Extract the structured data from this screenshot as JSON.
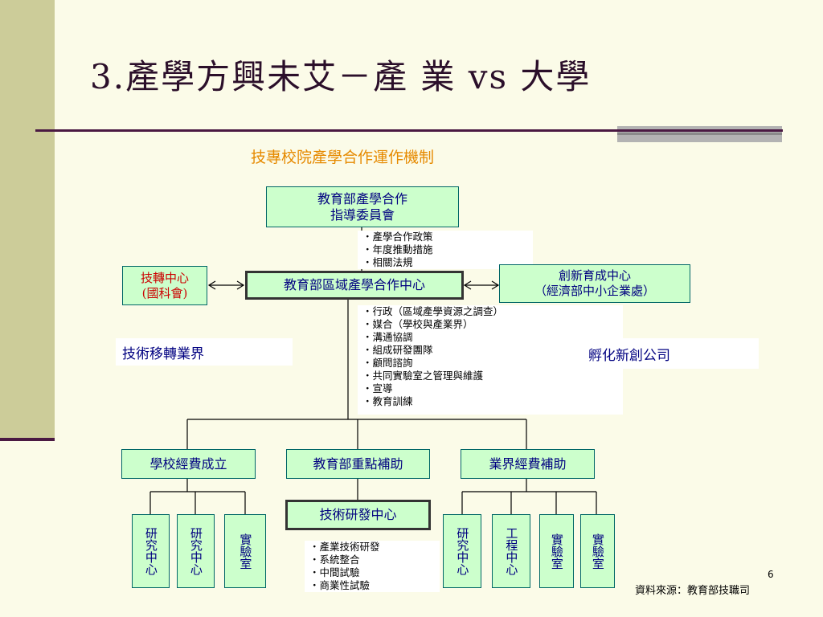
{
  "title": "3.產學方興未艾－產 業 vs 大學",
  "subtitle": "技專校院產學合作運作機制",
  "boxes": {
    "top": "教育部產學合作\n指導委員會",
    "tech_transfer": "技轉中心\n(國科會)",
    "regional": "教育部區域產學合作中心",
    "incubation": "創新育成中心\n（經濟部中小企業處）",
    "school_fund": "學校經費成立",
    "moe_fund": "教育部重點補助",
    "industry_fund": "業界經費補助",
    "rd_center": "技術研發中心",
    "research_center_1": "研究中心",
    "research_center_2": "研究中心",
    "lab_1": "實驗室",
    "research_center_3": "研究中心",
    "engineering_center": "工程中心",
    "lab_2": "實驗室",
    "lab_3": "實驗室"
  },
  "notes": {
    "policy": [
      "・產學合作政策",
      "・年度推動措施",
      "・相關法規"
    ],
    "functions": [
      "・行政（區域產學資源之調查）",
      "・媒合（學校與產業界）",
      "・溝通協調",
      "・組成研發團隊",
      "・顧問諮詢",
      "・共同實驗室之管理與維護",
      "・宣導",
      "・教育訓練"
    ],
    "rd": [
      "・產業技術研發",
      "・系統整合",
      "・中間試驗",
      "・商業性試驗"
    ]
  },
  "labels": {
    "tech_transfer_industry": "技術移轉業界",
    "incubate_startups": "孵化新創公司"
  },
  "footer": {
    "page_number": "6",
    "source": "資料來源：教育部技職司"
  },
  "colors": {
    "background": "#FBFBE8",
    "accent_band": "#CCCC99",
    "rule": "#4A1942",
    "subtitle": "#E68A00",
    "box_fill": "#CCFFCC",
    "box_text": "#000080"
  }
}
